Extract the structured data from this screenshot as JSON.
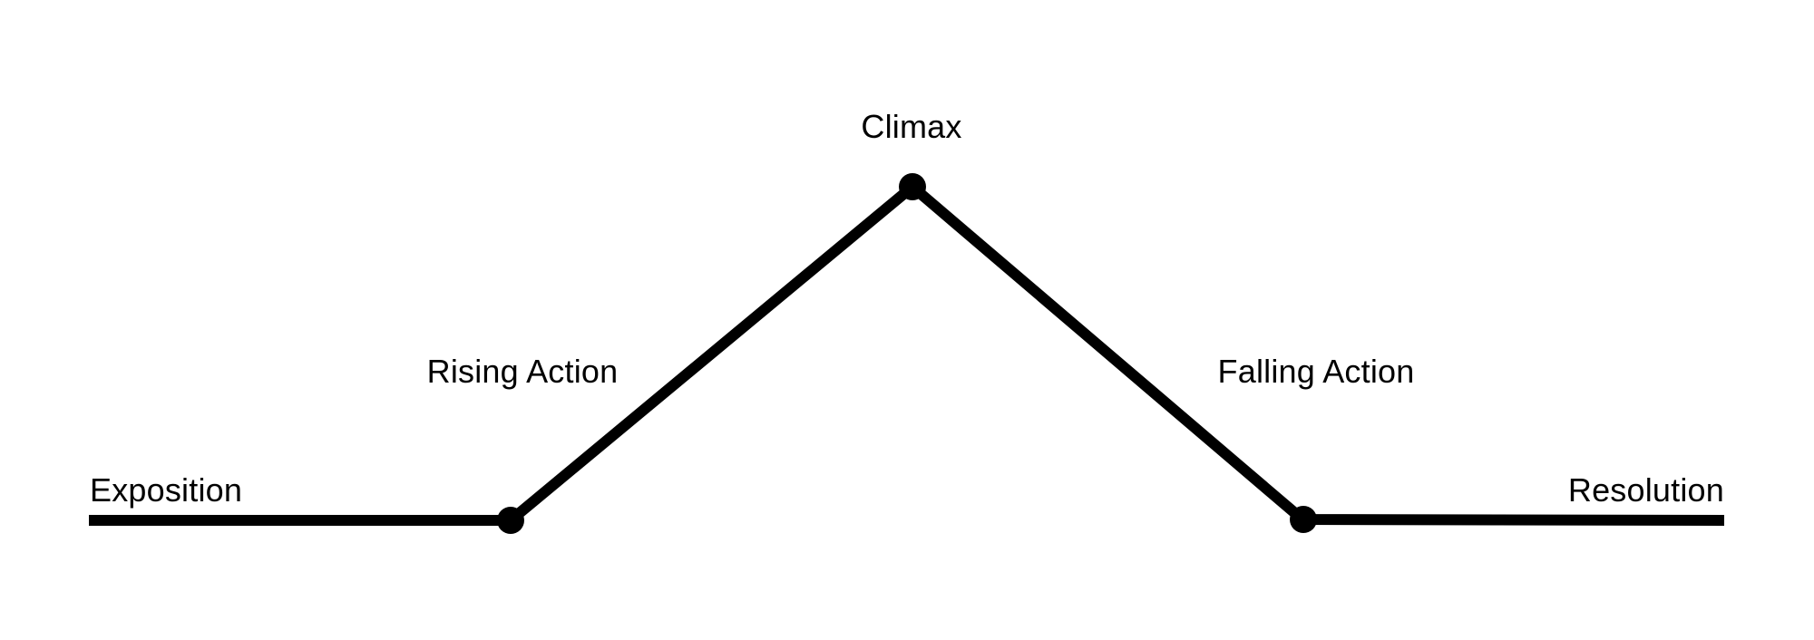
{
  "diagram": {
    "type": "story-plot-structure",
    "colors": {
      "line": "#000000",
      "point": "#000000",
      "text": "#000000",
      "background": "#ffffff"
    },
    "labels": {
      "exposition": "Exposition",
      "rising_action": "Rising Action",
      "climax": "Climax",
      "falling_action": "Falling Action",
      "resolution": "Resolution"
    },
    "stages": [
      {
        "label": "Exposition",
        "segment": "flat-left"
      },
      {
        "label": "Rising Action",
        "segment": "ascending"
      },
      {
        "label": "Climax",
        "segment": "peak"
      },
      {
        "label": "Falling Action",
        "segment": "descending"
      },
      {
        "label": "Resolution",
        "segment": "flat-right"
      }
    ]
  }
}
